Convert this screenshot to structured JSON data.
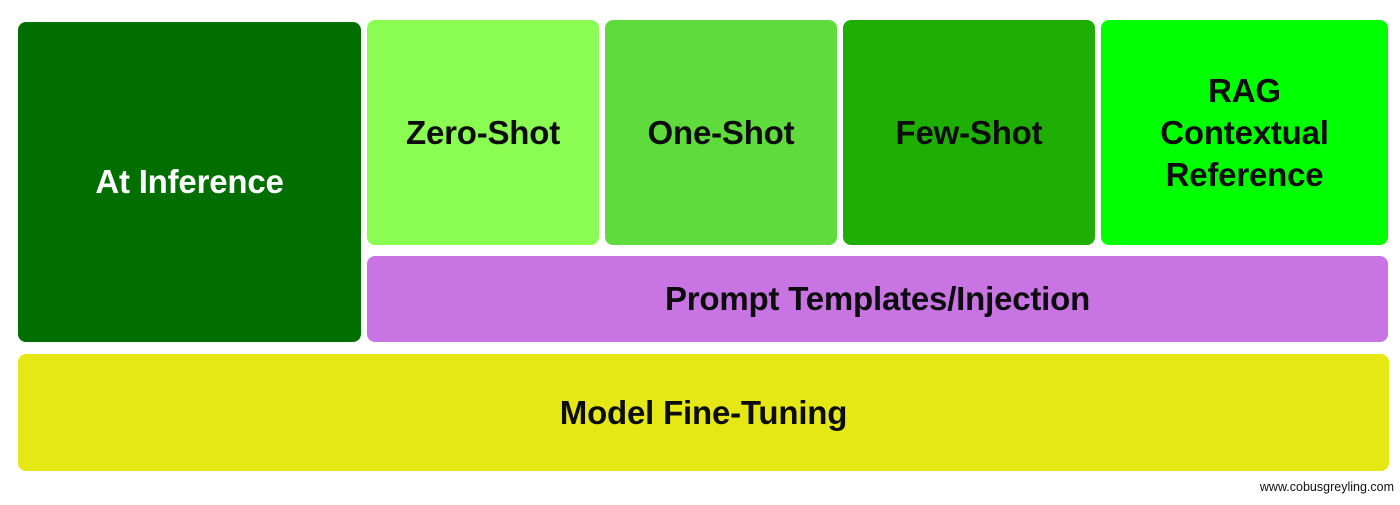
{
  "diagram": {
    "at_inference": "At Inference",
    "zero_shot": "Zero-Shot",
    "one_shot": "One-Shot",
    "few_shot": "Few-Shot",
    "rag": "RAG\nContextual\nReference",
    "prompt_templates": "Prompt Templates/Injection",
    "fine_tuning": "Model Fine-Tuning"
  },
  "colors": {
    "at_inference": "#006f00",
    "zero_shot": "#8afc52",
    "one_shot": "#5fdb3d",
    "few_shot": "#1fae03",
    "rag": "#00ff00",
    "prompt_templates": "#c874e3",
    "fine_tuning": "#e6e816"
  },
  "footer": {
    "credit": "www.cobusgreyling.com"
  }
}
